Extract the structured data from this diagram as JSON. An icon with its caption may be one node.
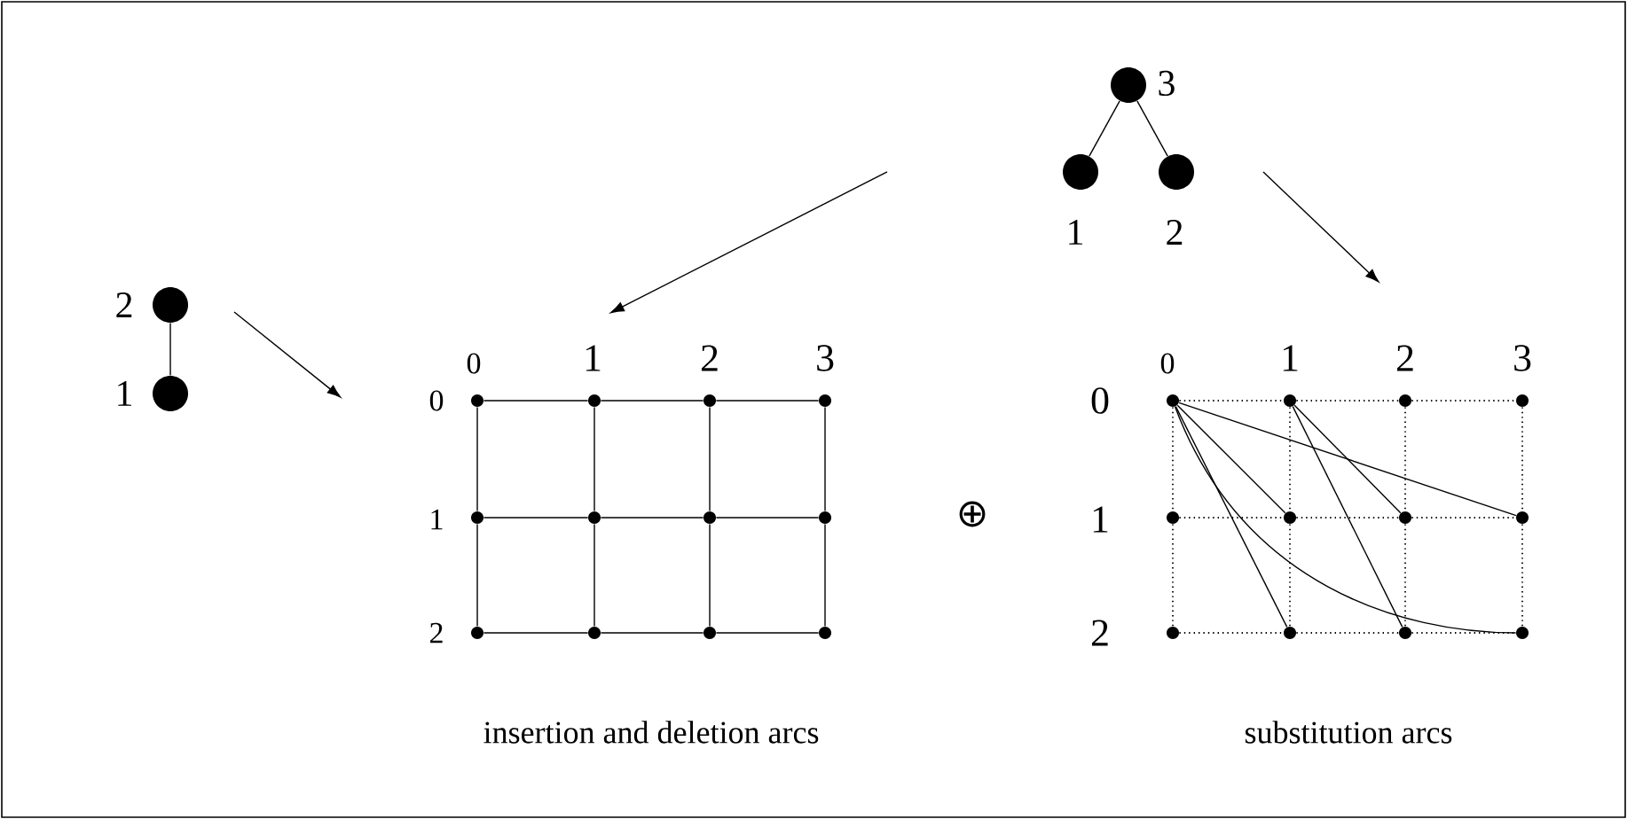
{
  "diagram": {
    "nodes": [
      {
        "text": [],
        "shape": "circle",
        "beside": [
          "3"
        ]
      },
      {
        "text": [],
        "shape": "circle",
        "beside": [
          "1"
        ]
      },
      {
        "text": [],
        "shape": "circle",
        "beside": [
          "2"
        ]
      },
      {
        "text": [],
        "shape": "circle",
        "beside": [
          "2"
        ]
      },
      {
        "text": [],
        "shape": "circle",
        "beside": [
          "1"
        ]
      },
      {
        "text": [],
        "shape": "circle"
      },
      {
        "text": [],
        "shape": "circle"
      },
      {
        "text": [],
        "shape": "circle"
      },
      {
        "text": [],
        "shape": "circle"
      },
      {
        "text": [],
        "shape": "circle"
      },
      {
        "text": [],
        "shape": "circle"
      },
      {
        "text": [],
        "shape": "circle"
      },
      {
        "text": [],
        "shape": "circle"
      },
      {
        "text": [],
        "shape": "circle"
      },
      {
        "text": [],
        "shape": "circle"
      },
      {
        "text": [],
        "shape": "circle"
      },
      {
        "text": [],
        "shape": "circle"
      },
      {
        "text": [],
        "shape": "circle"
      },
      {
        "text": [],
        "shape": "circle"
      },
      {
        "text": [],
        "shape": "circle"
      },
      {
        "text": [],
        "shape": "circle"
      },
      {
        "text": [],
        "shape": "circle"
      },
      {
        "text": [],
        "shape": "circle"
      },
      {
        "text": [],
        "shape": "circle"
      },
      {
        "text": [],
        "shape": "circle"
      },
      {
        "text": [],
        "shape": "circle"
      },
      {
        "text": [],
        "shape": "circle"
      },
      {
        "text": [],
        "shape": "circle"
      },
      {
        "text": [],
        "shape": "circle"
      }
    ],
    "edges": [
      {
        "from": 0,
        "to": 1,
        "arrow": "none"
      },
      {
        "from": 0,
        "to": 2,
        "arrow": "none"
      },
      {
        "from": 3,
        "to": 4,
        "arrow": "none"
      },
      {
        "from": 5,
        "to": 6,
        "arrow": "none"
      },
      {
        "from": 6,
        "to": 7,
        "arrow": "none"
      },
      {
        "from": 7,
        "to": 8,
        "arrow": "none"
      },
      {
        "from": 9,
        "to": 10,
        "arrow": "none"
      },
      {
        "from": 10,
        "to": 11,
        "arrow": "none"
      },
      {
        "from": 11,
        "to": 12,
        "arrow": "none"
      },
      {
        "from": 13,
        "to": 14,
        "arrow": "none"
      },
      {
        "from": 14,
        "to": 15,
        "arrow": "none"
      },
      {
        "from": 15,
        "to": 16,
        "arrow": "none"
      },
      {
        "from": 5,
        "to": 9,
        "arrow": "none"
      },
      {
        "from": 6,
        "to": 10,
        "arrow": "none"
      },
      {
        "from": 7,
        "to": 11,
        "arrow": "none"
      },
      {
        "from": 8,
        "to": 12,
        "arrow": "none"
      },
      {
        "from": 9,
        "to": 13,
        "arrow": "none"
      },
      {
        "from": 10,
        "to": 14,
        "arrow": "none"
      },
      {
        "from": 11,
        "to": 15,
        "arrow": "none"
      },
      {
        "from": 12,
        "to": 16,
        "arrow": "none"
      },
      {
        "from": 17,
        "to": 18,
        "arrow": "none",
        "style": "dashed"
      },
      {
        "from": 18,
        "to": 19,
        "arrow": "none",
        "style": "dashed"
      },
      {
        "from": 19,
        "to": 20,
        "arrow": "none",
        "style": "dashed"
      },
      {
        "from": 21,
        "to": 22,
        "arrow": "none",
        "style": "dashed"
      },
      {
        "from": 22,
        "to": 23,
        "arrow": "none",
        "style": "dashed"
      },
      {
        "from": 23,
        "to": 24,
        "arrow": "none",
        "style": "dashed"
      },
      {
        "from": 25,
        "to": 26,
        "arrow": "none",
        "style": "dashed"
      },
      {
        "from": 26,
        "to": 27,
        "arrow": "none",
        "style": "dashed"
      },
      {
        "from": 27,
        "to": 28,
        "arrow": "none",
        "style": "dashed"
      },
      {
        "from": 17,
        "to": 21,
        "arrow": "none",
        "style": "dashed"
      },
      {
        "from": 18,
        "to": 22,
        "arrow": "none",
        "style": "dashed"
      },
      {
        "from": 19,
        "to": 23,
        "arrow": "none",
        "style": "dashed"
      },
      {
        "from": 20,
        "to": 24,
        "arrow": "none",
        "style": "dashed"
      },
      {
        "from": 21,
        "to": 25,
        "arrow": "none",
        "style": "dashed"
      },
      {
        "from": 22,
        "to": 26,
        "arrow": "none",
        "style": "dashed"
      },
      {
        "from": 23,
        "to": 27,
        "arrow": "none",
        "style": "dashed"
      },
      {
        "from": 24,
        "to": 28,
        "arrow": "none",
        "style": "dashed"
      },
      {
        "from": 17,
        "to": 22,
        "arrow": "none"
      },
      {
        "from": 17,
        "to": 26,
        "arrow": "none"
      },
      {
        "from": 17,
        "to": 24,
        "arrow": "none"
      },
      {
        "from": 17,
        "to": 28,
        "arrow": "none"
      },
      {
        "from": 18,
        "to": 23,
        "arrow": "none"
      },
      {
        "from": 18,
        "to": 27,
        "arrow": "none"
      }
    ],
    "labels": [
      "0",
      "1",
      "2",
      "3",
      "0",
      "1",
      "2",
      "⊕",
      "0",
      "1",
      "2",
      "3",
      "0",
      "1",
      "2",
      "insertion and deletion arcs",
      "substitution arcs"
    ]
  }
}
